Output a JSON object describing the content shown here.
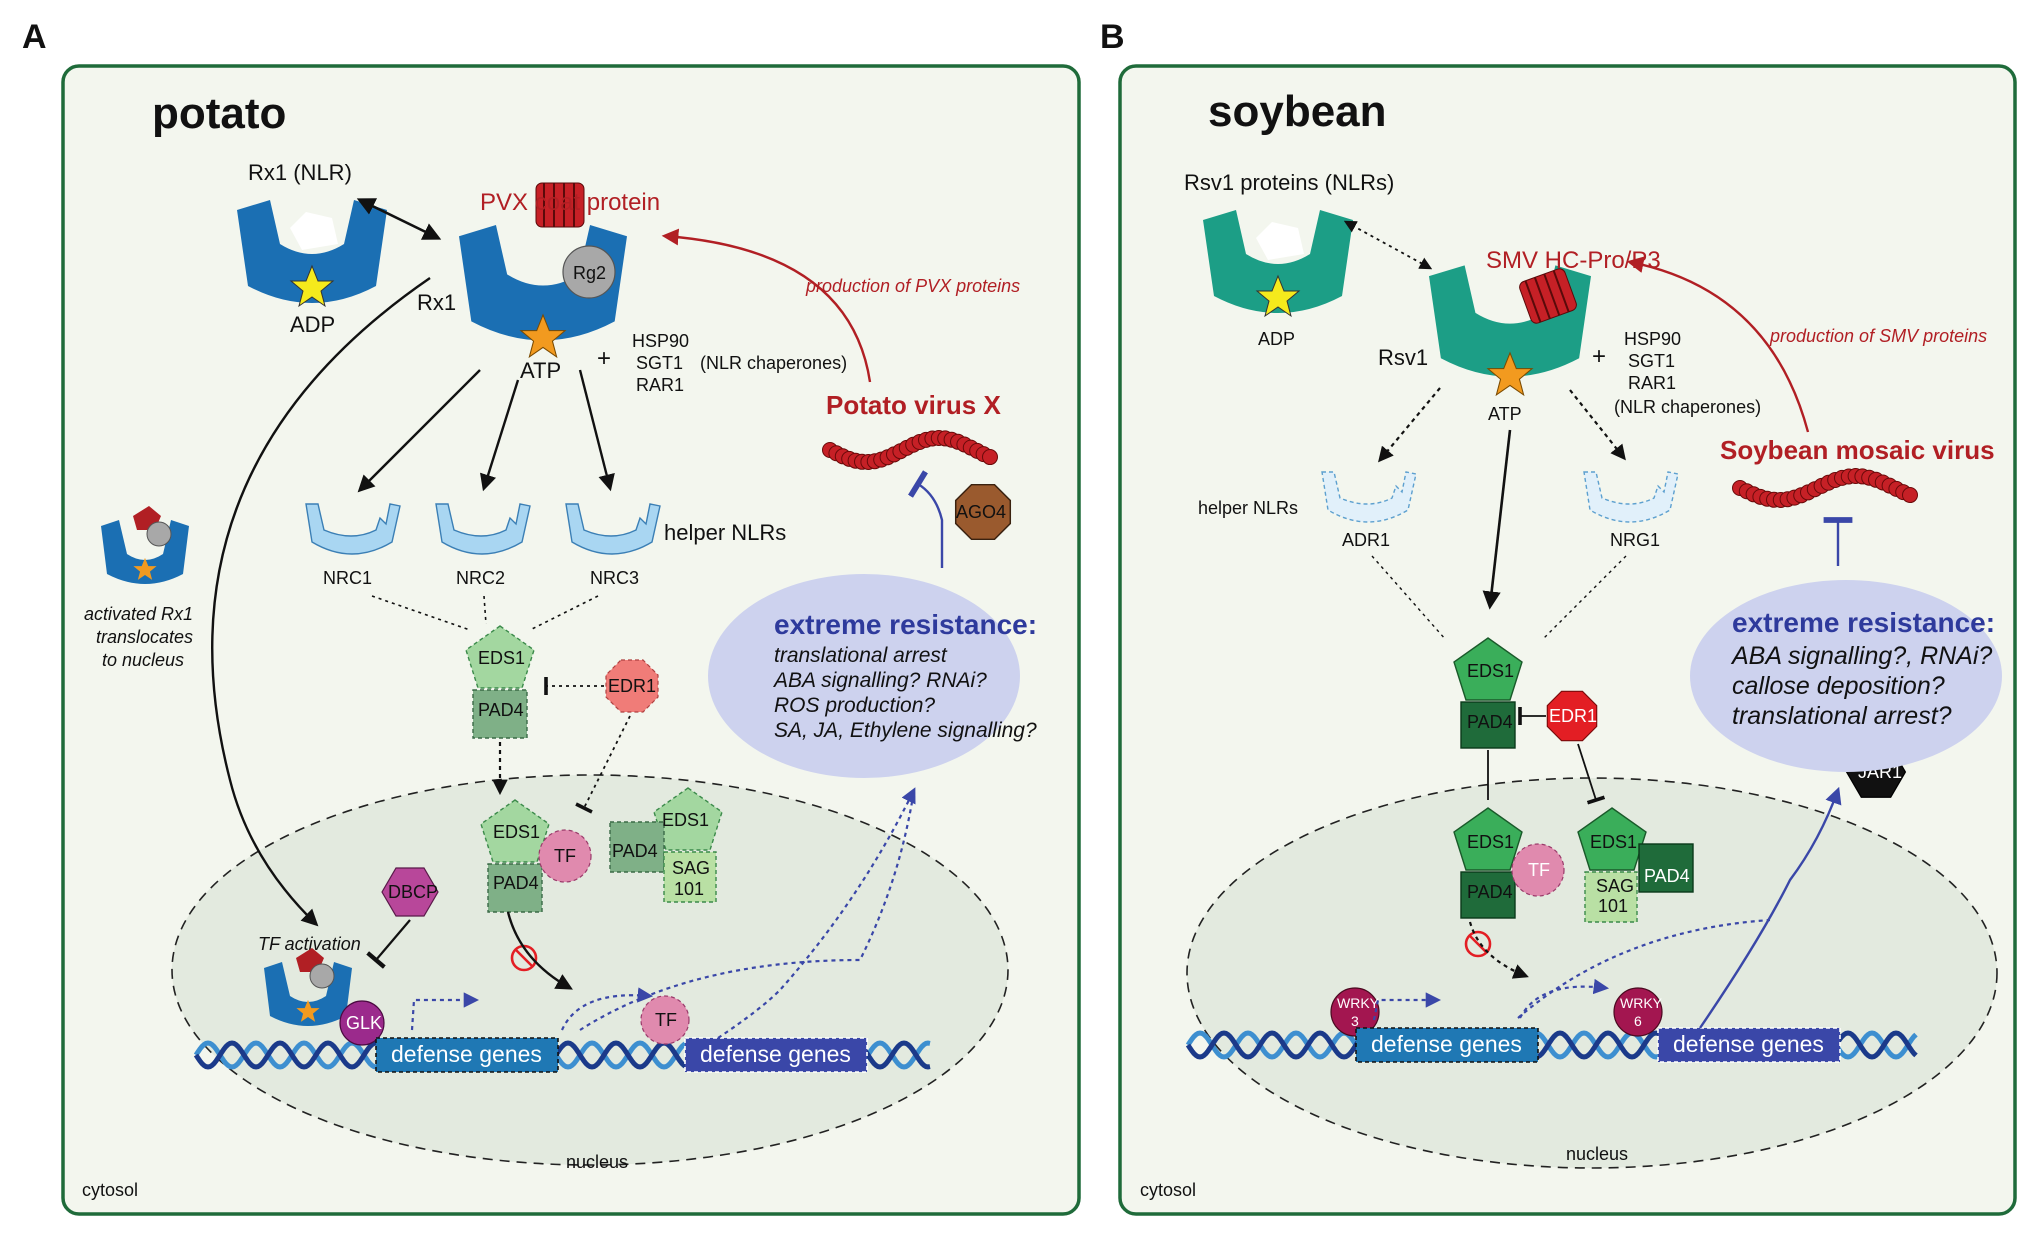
{
  "panel_a": {
    "letter": "A",
    "organism": "potato",
    "rx1_nlr_label": "Rx1 (NLR)",
    "adp_label": "ADP",
    "rx1_label": "Rx1",
    "atp_label": "ATP",
    "rg2_label": "Rg2",
    "coat_protein_label": "PVX coat protein",
    "production_label": "production of PVX proteins",
    "chaperone_plus": "+",
    "chaperones": [
      "HSP90",
      "SGT1",
      "RAR1"
    ],
    "chaperone_note": "(NLR chaperones)",
    "virus_label": "Potato virus X",
    "ago4_label": "AGO4",
    "helpers": [
      "NRC1",
      "NRC2",
      "NRC3"
    ],
    "helper_label": "helper NLRs",
    "translocation_text": [
      "activated Rx1",
      "translocates",
      "to nucleus"
    ],
    "eds1_label": "EDS1",
    "pad4_label": "PAD4",
    "edr1_label": "EDR1",
    "tf_label": "TF",
    "sag101_label": [
      "SAG",
      "101"
    ],
    "dbcp_label": "DBCP",
    "tf_activation_label": "TF activation",
    "glk_label": "GLK",
    "defense_genes_label": "defense genes",
    "extreme_resistance": {
      "title": "extreme resistance:",
      "lines": [
        "translational arrest",
        "ABA signalling? RNAi?",
        "ROS production?",
        "SA, JA, Ethylene signalling?"
      ]
    },
    "nucleus_label": "nucleus",
    "cytosol_label": "cytosol"
  },
  "panel_b": {
    "letter": "B",
    "organism": "soybean",
    "rsv1_nlr_label": "Rsv1 proteins (NLRs)",
    "adp_label": "ADP",
    "rsv1_label": "Rsv1",
    "atp_label": "ATP",
    "effector_label": "SMV HC-Pro/P3",
    "production_label": "production of SMV proteins",
    "chaperone_plus": "+",
    "chaperones": [
      "HSP90",
      "SGT1",
      "RAR1"
    ],
    "chaperone_note": "(NLR chaperones)",
    "virus_label": "Soybean mosaic virus",
    "helper_label": "helper NLRs",
    "helpers": [
      "ADR1",
      "NRG1"
    ],
    "eds1_label": "EDS1",
    "pad4_label": "PAD4",
    "edr1_label": "EDR1",
    "tf_label": "TF",
    "sag101_label": [
      "SAG",
      "101"
    ],
    "jar1_label": "JAR1",
    "wrky3_label": [
      "WRKY",
      "3"
    ],
    "wrky6_label": [
      "WRKY",
      "6"
    ],
    "defense_genes_label": "defense genes",
    "extreme_resistance": {
      "title": "extreme resistance:",
      "lines": [
        "ABA signalling?, RNAi?",
        "callose deposition?",
        "translational arrest?"
      ]
    },
    "nucleus_label": "nucleus",
    "cytosol_label": "cytosol"
  },
  "colors": {
    "panel_border": "#1f6b3a",
    "panel_fill": "#f3f6ee",
    "nucleus_fill": "#e3eadf",
    "rx1_blue": "#1b6fb3",
    "rsv1_teal": "#1c9e86",
    "helper_light_blue": "#a9d6f2",
    "eds1_light": "#a3d7a0",
    "pad4_mid": "#7fb087",
    "eds1_dark": "#3aae5a",
    "pad4_dark": "#1f6b3a",
    "edr1_salmon": "#f07c78",
    "edr1_red": "#e31e24",
    "tf_pink": "#e08aae",
    "glk_purple": "#9b2a8c",
    "dbcp_magenta": "#b8479a",
    "wrky_maroon": "#a31650",
    "jar1_black": "#111111",
    "ago4_brown": "#9a5a2e",
    "virus_red": "#c62026",
    "er_ellipse": "#cdd2ee",
    "er_title_blue": "#2e3a9c",
    "dna_dark": "#1b3a8a",
    "dna_light": "#3d8fd0",
    "defense_box": "#1f78b4",
    "star_yellow": "#f5ea1c",
    "star_orange": "#f29a1f",
    "text_red": "#b11f24",
    "arrow_blue": "#3a47a8"
  }
}
